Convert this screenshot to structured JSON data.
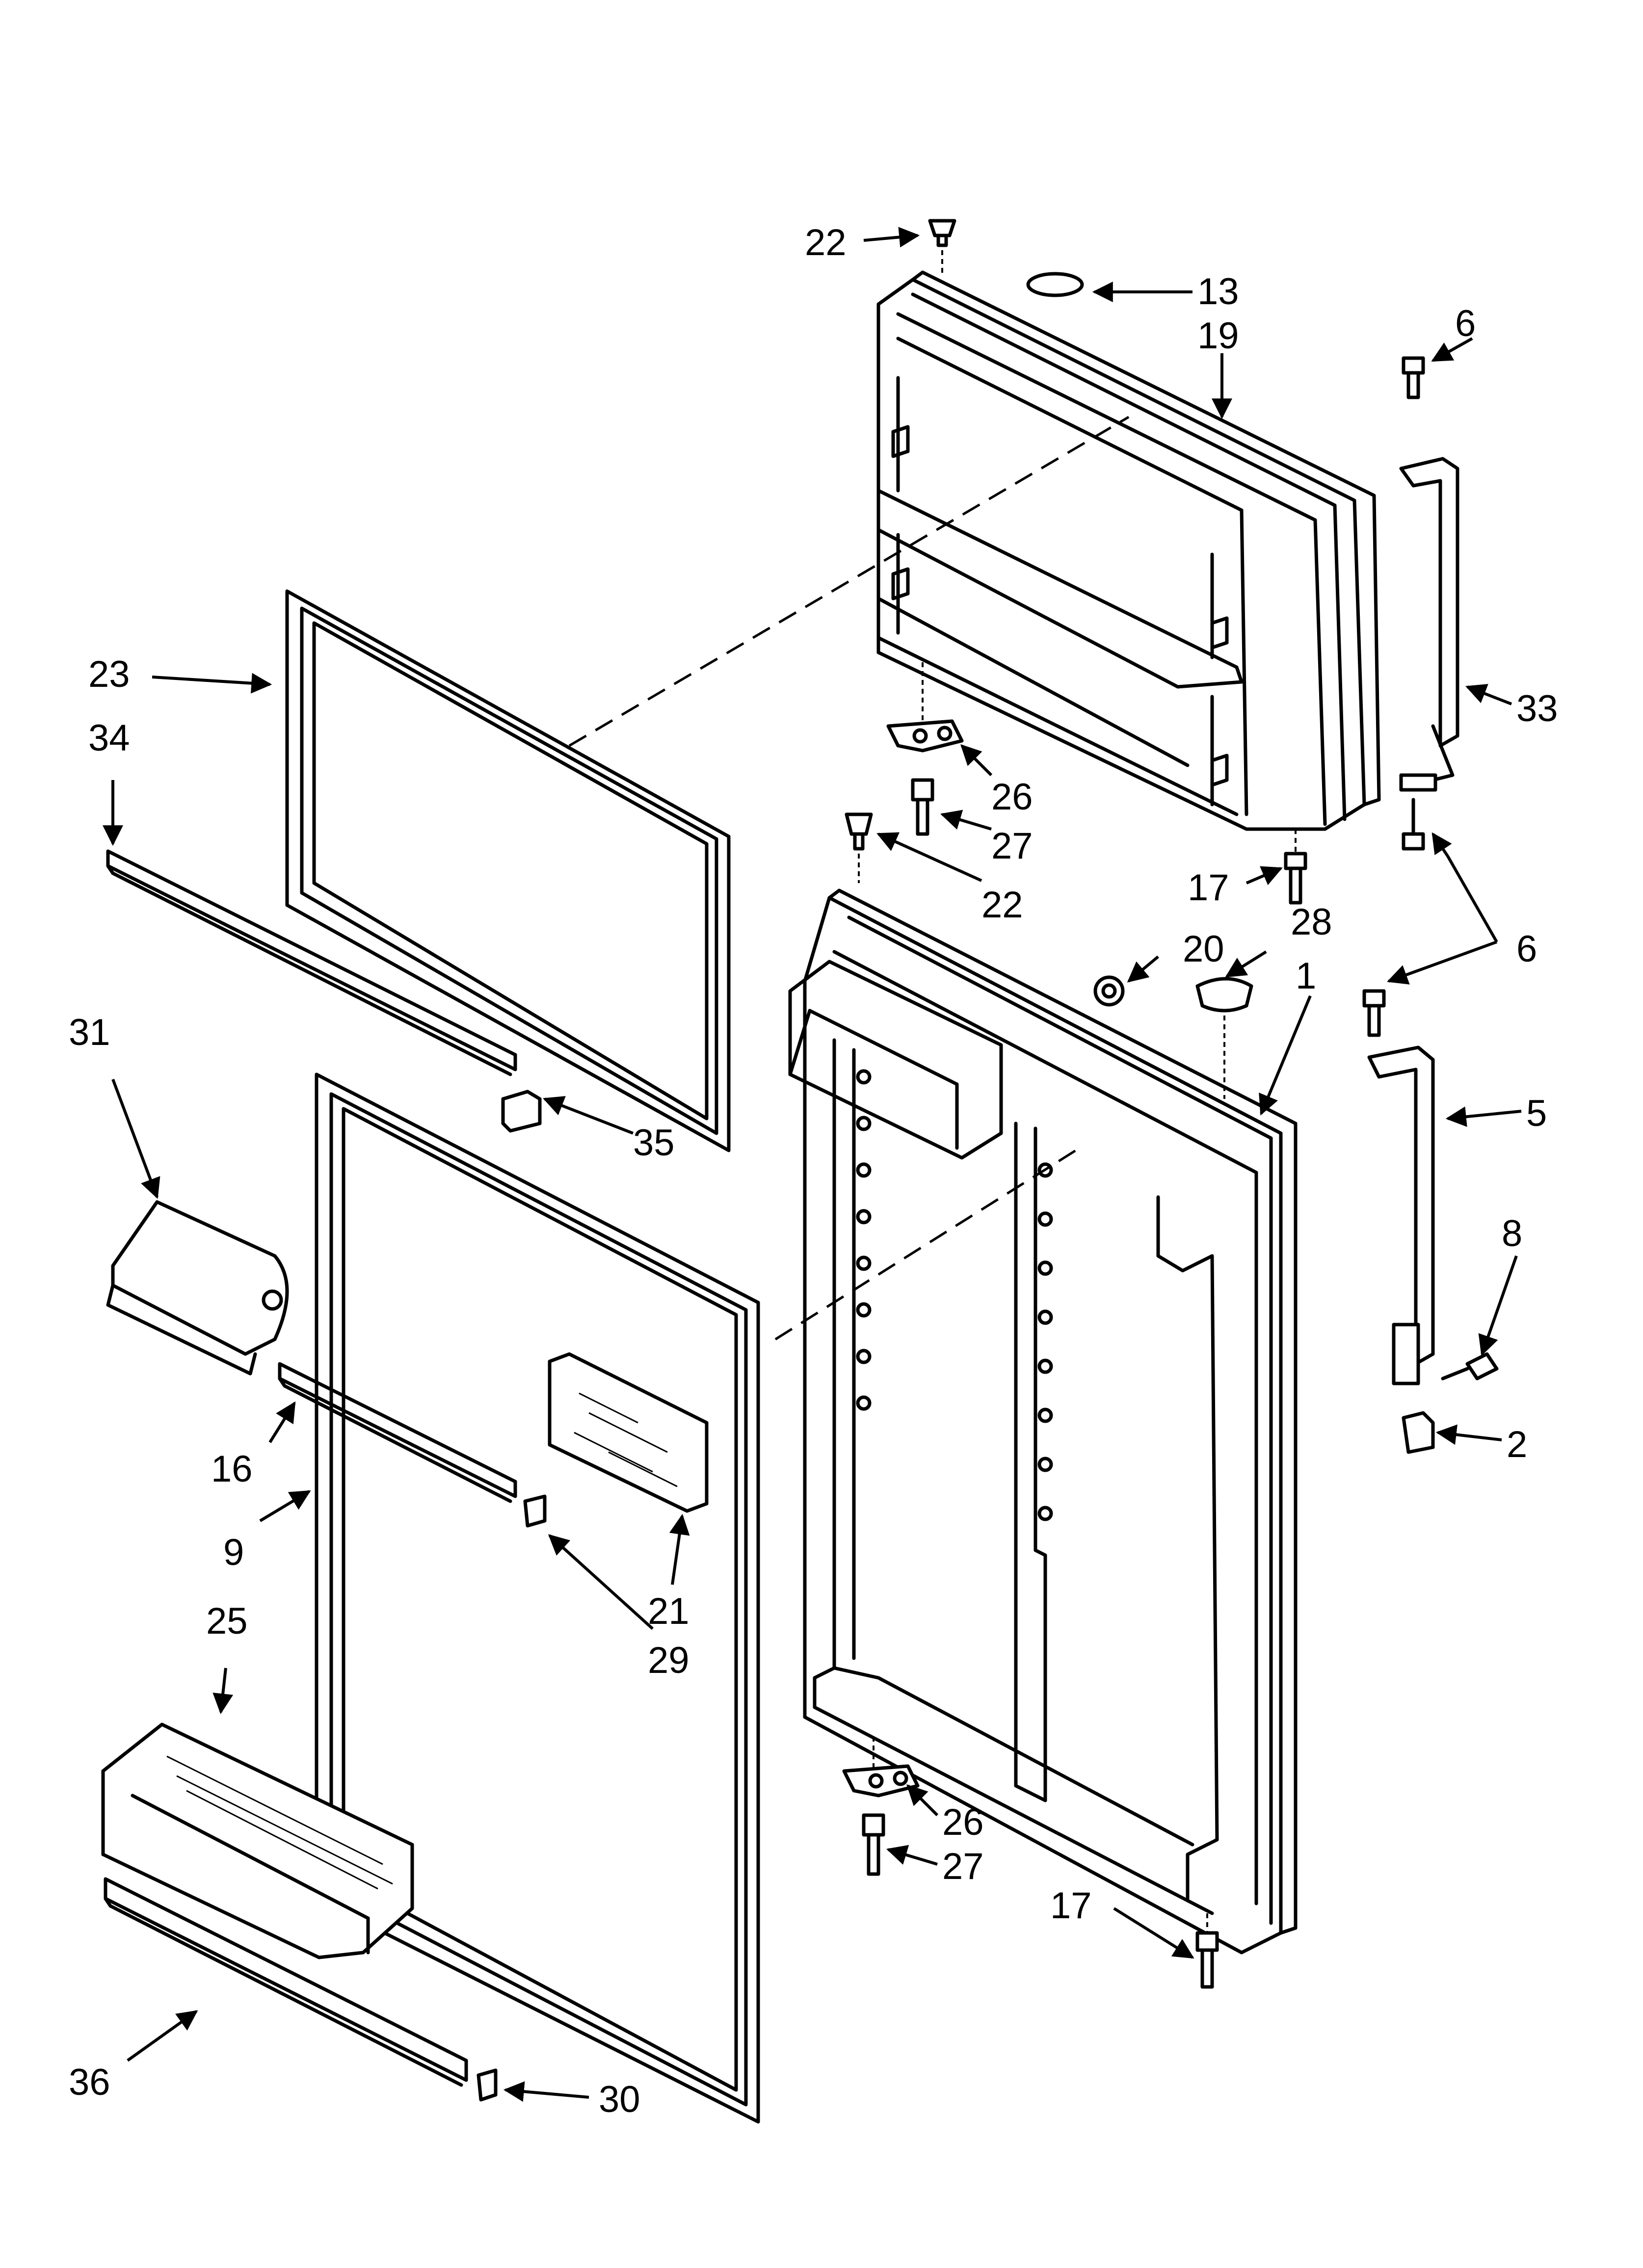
{
  "callouts": [
    {
      "id": "c22a",
      "text": "22"
    },
    {
      "id": "c13",
      "text": "13"
    },
    {
      "id": "c19",
      "text": "19"
    },
    {
      "id": "c6a",
      "text": "6"
    },
    {
      "id": "c23",
      "text": "23"
    },
    {
      "id": "c34",
      "text": "34"
    },
    {
      "id": "c33",
      "text": "33"
    },
    {
      "id": "c26a",
      "text": "26"
    },
    {
      "id": "c27a",
      "text": "27"
    },
    {
      "id": "c17a",
      "text": "17"
    },
    {
      "id": "c22b",
      "text": "22"
    },
    {
      "id": "c20",
      "text": "20"
    },
    {
      "id": "c28",
      "text": "28"
    },
    {
      "id": "c1",
      "text": "1"
    },
    {
      "id": "c6b",
      "text": "6"
    },
    {
      "id": "c31",
      "text": "31"
    },
    {
      "id": "c5",
      "text": "5"
    },
    {
      "id": "c35",
      "text": "35"
    },
    {
      "id": "c8",
      "text": "8"
    },
    {
      "id": "c16",
      "text": "16"
    },
    {
      "id": "c2",
      "text": "2"
    },
    {
      "id": "c9",
      "text": "9"
    },
    {
      "id": "c21",
      "text": "21"
    },
    {
      "id": "c29",
      "text": "29"
    },
    {
      "id": "c25",
      "text": "25"
    },
    {
      "id": "c26b",
      "text": "26"
    },
    {
      "id": "c27b",
      "text": "27"
    },
    {
      "id": "c17b",
      "text": "17"
    },
    {
      "id": "c36",
      "text": "36"
    },
    {
      "id": "c30",
      "text": "30"
    }
  ]
}
